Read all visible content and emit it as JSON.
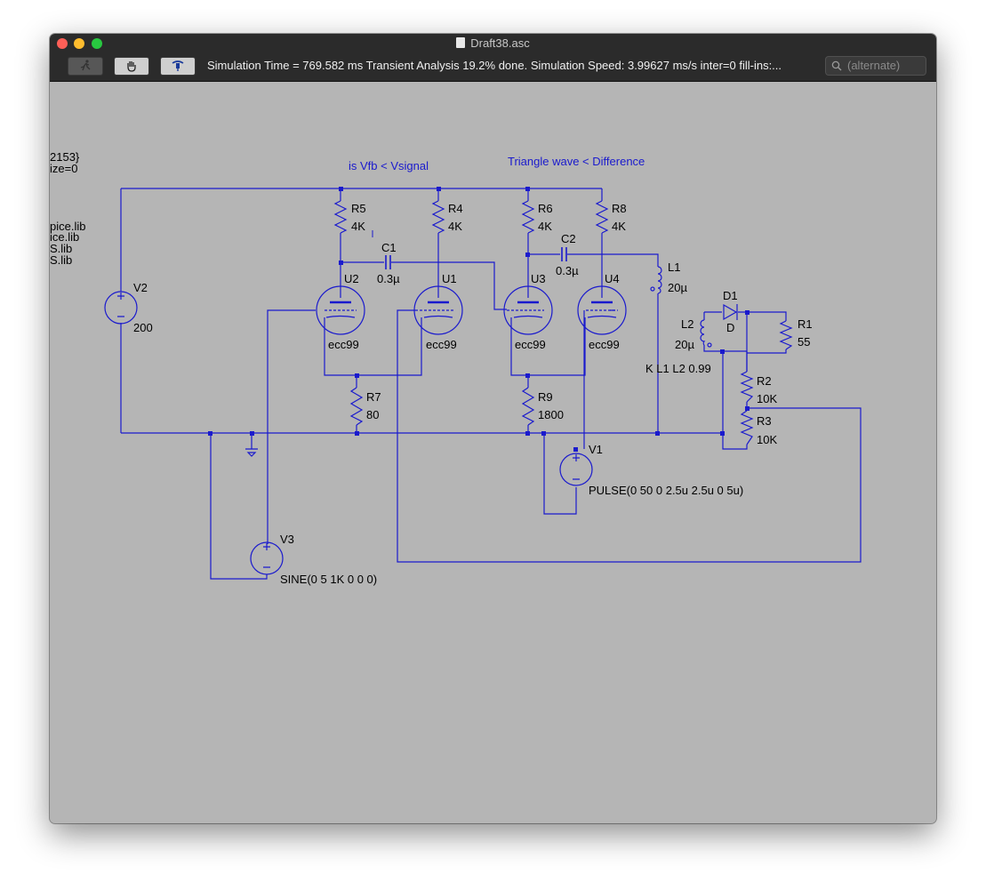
{
  "window": {
    "title": "Draft38.asc"
  },
  "toolbar": {
    "buttons": [
      {
        "name": "run-button",
        "icon": "running-man-icon"
      },
      {
        "name": "halt-button",
        "icon": "hand-icon"
      },
      {
        "name": "probe-button",
        "icon": "probe-icon"
      }
    ]
  },
  "status_text": "Simulation Time = 769.582 ms  Transient Analysis 19.2% done. Simulation Speed: 3.99627 ms/s inter=0 fill-ins:...",
  "search": {
    "placeholder": "(alternate)"
  },
  "schematic": {
    "left_fragments": [
      "2153}",
      "ize=0",
      "pice.lib",
      "ice.lib",
      "S.lib",
      "S.lib"
    ],
    "comments": [
      "is Vfb < Vsignal",
      "Triangle wave < Difference"
    ],
    "components": {
      "r5": {
        "ref": "R5",
        "value": "4K"
      },
      "r4": {
        "ref": "R4",
        "value": "4K"
      },
      "r6": {
        "ref": "R6",
        "value": "4K"
      },
      "r8": {
        "ref": "R8",
        "value": "4K"
      },
      "c1": {
        "ref": "C1",
        "value": "0.3µ"
      },
      "c2": {
        "ref": "C2",
        "value": "0.3µ"
      },
      "l1": {
        "ref": "L1",
        "value": "20µ"
      },
      "l2": {
        "ref": "L2",
        "value": "20µ"
      },
      "d1": {
        "ref": "D1",
        "value": "D"
      },
      "r1": {
        "ref": "R1",
        "value": "55"
      },
      "r2": {
        "ref": "R2",
        "value": "10K"
      },
      "r3": {
        "ref": "R3",
        "value": "10K"
      },
      "r7": {
        "ref": "R7",
        "value": "80"
      },
      "r9": {
        "ref": "R9",
        "value": "1800"
      },
      "u1": {
        "ref": "U1",
        "value": "ecc99"
      },
      "u2": {
        "ref": "U2",
        "value": "ecc99"
      },
      "u3": {
        "ref": "U3",
        "value": "ecc99"
      },
      "u4": {
        "ref": "U4",
        "value": "ecc99"
      },
      "v1": {
        "ref": "V1",
        "value": "PULSE(0 50 0 2.5u 2.5u 0 5u)"
      },
      "v2": {
        "ref": "V2",
        "value": "200"
      },
      "v3": {
        "ref": "V3",
        "value": "SINE(0 5 1K 0 0 0)"
      }
    },
    "coupling": "K L1 L2 0.99",
    "colors": {
      "wire": "#1a1acd",
      "background": "#b5b5b5"
    }
  }
}
